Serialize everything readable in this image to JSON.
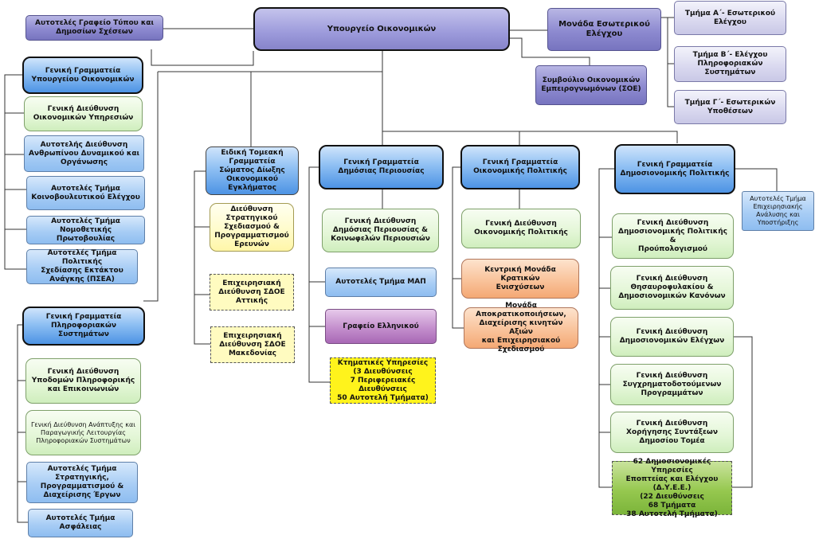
{
  "chart_data": {
    "type": "org-chart",
    "root": "Υπουργείο Οικονομικών",
    "nodes": {
      "ministry": "Υπουργείο Οικονομικών",
      "press_office": "Αυτοτελές Γραφείο Τύπου και\nΔημοσίων Σχέσεων",
      "internal_audit": "Μονάδα Εσωτερικού\nΕλέγχου",
      "audit_a": "Τμήμα Α΄- Εσωτερικού\nΕλέγχου",
      "audit_b": "Τμήμα Β΄- Ελέγχου\nΠληροφοριακών\nΣυστημάτων",
      "audit_c": "Τμήμα Γ΄- Εσωτερικών\nΥποθέσεων",
      "council_experts": "Συμβούλιο Οικονομικών\nΕμπειρογνωμόνων (ΣΟΕ)",
      "gs_ministry": "Γενική Γραμματεία\nΥπουργείου Οικονομικών",
      "gd_financial_services": "Γενική Διεύθυνση\nΟικονομικών Υπηρεσιών",
      "ad_human_resources": "Αυτοτελής Διεύθυνση\nΑνθρωπίνου Δυναμικού και\nΟργάνωσης",
      "at_parliamentary": "Αυτοτελές Τμήμα\nΚοινοβουλευτικού Ελέγχου",
      "at_legislative": "Αυτοτελές Τμήμα\nΝομοθετικής Πρωτοβουλίας",
      "at_civil_protection": "Αυτοτελές Τμήμα Πολιτικής\nΣχεδίασης Εκτάκτου\nΑνάγκης (ΠΣΕΑ)",
      "gs_information_systems": "Γενική Γραμματεία\nΠληροφοριακών Συστημάτων",
      "gd_it_infrastructure": "Γενική Διεύθυνση\nΥποδομών Πληροφορικής\nκαι Επικοινωνιών",
      "gd_is_development": "Γενική Διεύθυνση Ανάπτυξης και\nΠαραγωγικής Λειτουργίας\nΠληροφοριακών Συστημάτων",
      "at_strategic_planning": "Αυτοτελές Τμήμα\nΣτρατηγικής,\nΠρογραμματισμού &\nΔιαχείρισης Έργων",
      "at_security": "Αυτοτελές Τμήμα\nΑσφάλειας",
      "ss_sdoe": "Ειδική Τομεακή\nΓραμματεία\nΣώματος Δίωξης\nΟικονομικού\nΕγκλήματος",
      "d_sdoe_strategy": "Διεύθυνση\nΣτρατηγικού\nΣχεδιασμού &\nΠρογραμματισμού\nΕρευνών",
      "od_sdoe_attica": "Επιχειρησιακή\nΔιεύθυνση ΣΔΟΕ\nΑττικής",
      "od_sdoe_macedonia": "Επιχειρησιακή\nΔιεύθυνση ΣΔΟΕ\nΜακεδονίας",
      "gs_public_property": "Γενική Γραμματεία\nΔημόσιας Περιουσίας",
      "gd_public_property": "Γενική Διεύθυνση\nΔημόσιας Περιουσίας &\nΚοινωφελών Περιουσιών",
      "at_map": "Αυτοτελές Τμήμα ΜΑΠ",
      "office_elliniko": "Γραφείο Ελληνικού",
      "cadastral_services": "Κτηματικές Υπηρεσίες\n(3 Διευθύνσεις\n7 Περιφερειακές\nΔιευθύνσεις\n50 Αυτοτελή Τμήματα)",
      "gs_economic_policy": "Γενική Γραμματεία\nΟικονομικής Πολιτικής",
      "gd_economic_policy": "Γενική Διεύθυνση\nΟικονομικής Πολιτικής",
      "central_state_aid": "Κεντρική Μονάδα Κρατικών\nΕνισχύσεων",
      "privatization_unit": "Μονάδα\nΑποκρατικοποιήσεων,\nΔιαχείρισης κινητών Αξιών\nκαι Επιχειρησιακού\nΣχεδιασμού",
      "gs_fiscal_policy": "Γενική Γραμματεία\nΔημοσιονομικής Πολιτικής",
      "at_business_analysis": "Αυτοτελές Τμήμα\nΕπιχειρησιακής\nΑνάλυσης και\nΥποστήριξης",
      "gd_fiscal_policy_budget": "Γενική Διεύθυνση\nΔημοσιονομικής Πολιτικής &\nΠρούπολογισμού",
      "gd_treasury": "Γενική Διεύθυνση\nΘησαυροφυλακίου &\nΔημοσιονομικών Κανόνων",
      "gd_fiscal_audits": "Γενική Διεύθυνση\nΔημοσιονομικών Ελέγχων",
      "gd_cofinanced": "Γενική Διεύθυνση\nΣυγχρηματοδοτούμενων\nΠρογραμμάτων",
      "gd_pensions": "Γενική Διεύθυνση\nΧορήγησης Συντάξεων\nΔημοσίου Τομέα",
      "dyee": "62 Δημοσιονομικές Υπηρεσίες\nΕποπτείας και Ελέγχου\n(Δ.Υ.Ε.Ε.)\n(22 Διευθύνσεις\n68 Τμήματα\n38 Αυτοτελή Τμήματα)"
    },
    "colors": {
      "top": "#8d8ad0",
      "secretariat": "#4d93e4",
      "unit_blue": "#a8cdf5",
      "unit_green": "#e3f6d6",
      "unit_yellow": "#fff31c",
      "unit_orange": "#f9c39b",
      "unit_violet": "#c48fcd",
      "unit_lime": "#96c84f",
      "unit_lavender": "#d9d8ef"
    }
  }
}
